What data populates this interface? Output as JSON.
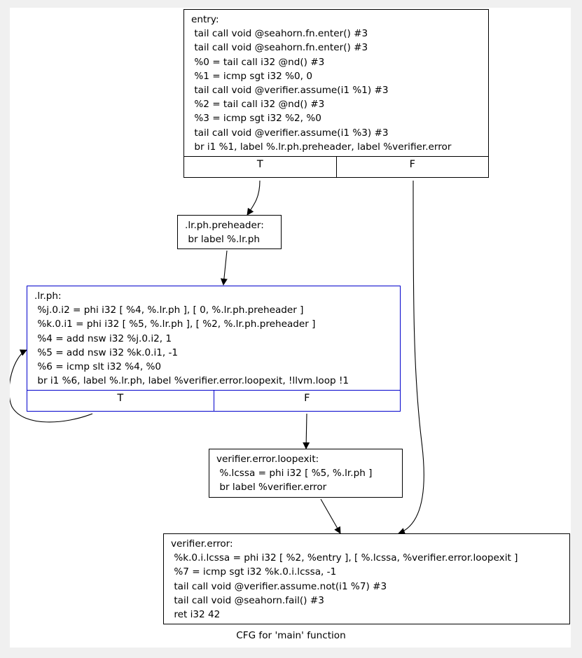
{
  "caption": "CFG for 'main' function",
  "colors": {
    "loop_border": "#0000cc",
    "edge": "#000000",
    "background": "#f0f0f0"
  },
  "nodes": {
    "entry": {
      "lines": [
        "entry:",
        " tail call void @seahorn.fn.enter() #3",
        " tail call void @seahorn.fn.enter() #3",
        " %0 = tail call i32 @nd() #3",
        " %1 = icmp sgt i32 %0, 0",
        " tail call void @verifier.assume(i1 %1) #3",
        " %2 = tail call i32 @nd() #3",
        " %3 = icmp sgt i32 %2, %0",
        " tail call void @verifier.assume(i1 %3) #3",
        " br i1 %1, label %.lr.ph.preheader, label %verifier.error"
      ],
      "ports": [
        "T",
        "F"
      ]
    },
    "preheader": {
      "lines": [
        ".lr.ph.preheader:",
        " br label %.lr.ph"
      ]
    },
    "lrph": {
      "lines": [
        ".lr.ph:",
        " %j.0.i2 = phi i32 [ %4, %.lr.ph ], [ 0, %.lr.ph.preheader ]",
        " %k.0.i1 = phi i32 [ %5, %.lr.ph ], [ %2, %.lr.ph.preheader ]",
        " %4 = add nsw i32 %j.0.i2, 1",
        " %5 = add nsw i32 %k.0.i1, -1",
        " %6 = icmp slt i32 %4, %0",
        " br i1 %6, label %.lr.ph, label %verifier.error.loopexit, !llvm.loop !1"
      ],
      "ports": [
        "T",
        "F"
      ]
    },
    "loopexit": {
      "lines": [
        "verifier.error.loopexit:",
        " %.lcssa = phi i32 [ %5, %.lr.ph ]",
        " br label %verifier.error"
      ]
    },
    "error": {
      "lines": [
        "verifier.error:",
        " %k.0.i.lcssa = phi i32 [ %2, %entry ], [ %.lcssa, %verifier.error.loopexit ]",
        " %7 = icmp sgt i32 %k.0.i.lcssa, -1",
        " tail call void @verifier.assume.not(i1 %7) #3",
        " tail call void @seahorn.fail() #3",
        " ret i32 42"
      ]
    }
  }
}
